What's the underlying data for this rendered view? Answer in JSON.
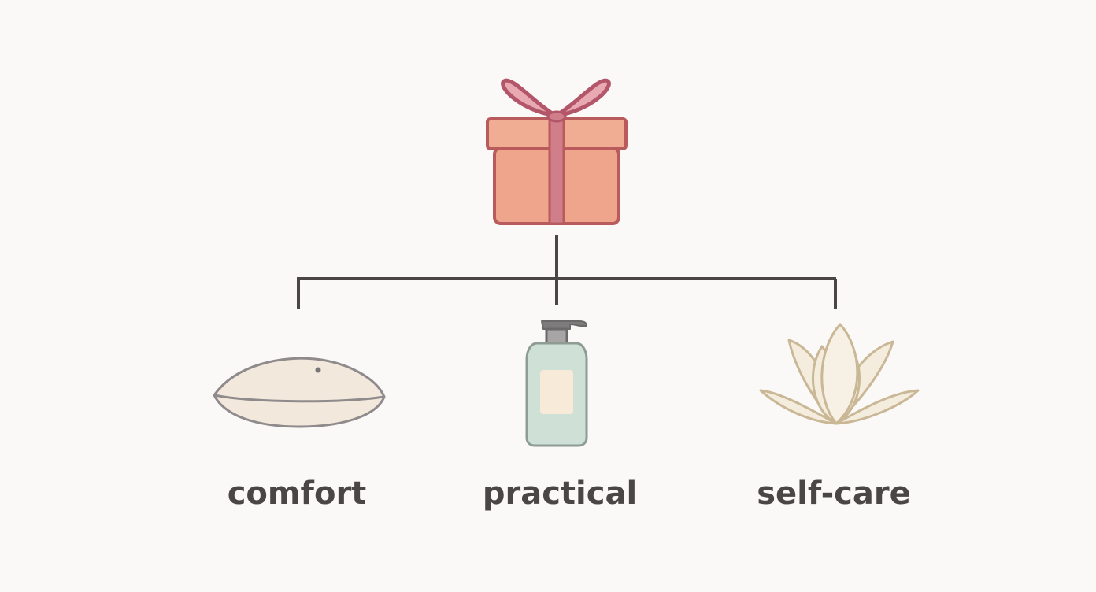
{
  "diagram": {
    "root": {
      "icon": "gift-box-icon"
    },
    "branches": [
      {
        "label": "comfort",
        "icon": "pillow-icon"
      },
      {
        "label": "practical",
        "icon": "pump-bottle-icon"
      },
      {
        "label": "self-care",
        "icon": "lotus-flower-icon"
      }
    ]
  },
  "colors": {
    "background": "#faf9f7",
    "connector": "#4a4646",
    "label_text": "#4a4646",
    "gift_box": "#eea58b",
    "gift_outline": "#b95a5c",
    "ribbon": "#cf7e8a",
    "pillow": "#f3e8dc",
    "bottle": "#cfe0d6",
    "lotus": "#f4ecdd"
  }
}
